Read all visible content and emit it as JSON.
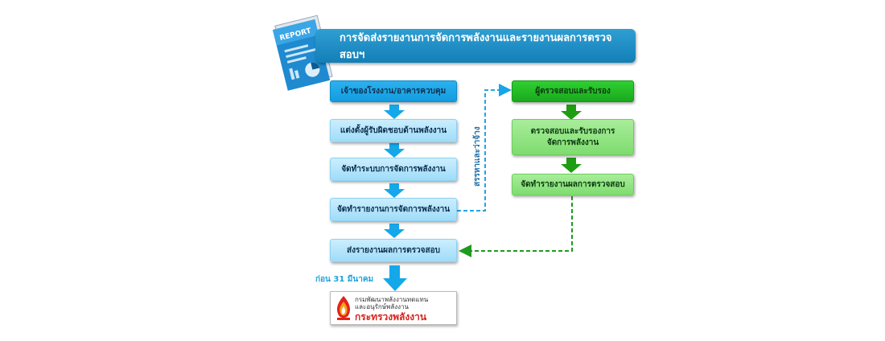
{
  "title": "การจัดส่งรายงานการจัดการพลังงานและรายงานผลการตรวจสอบฯ",
  "report_label": "REPORT",
  "left_steps": [
    "เจ้าของโรงงาน/อาคารควบคุม",
    "แต่งตั้งผู้รับผิดชอบด้านพลังงาน",
    "จัดทำระบบการจัดการพลังงาน",
    "จัดทำรายงานการจัดการพลังงาน",
    "ส่งรายงานผลการตรวจสอบ"
  ],
  "right_steps": [
    "ผู้ตรวจสอบและรับรอง",
    "ตรวจสอบและรับรองการจัดการพลังงาน",
    "จัดทำรายงานผลการตรวจสอบ"
  ],
  "connector_label": "สรรหาและว่าจ้าง",
  "deadline": "ก่อน 31 มีนาคม",
  "logo": {
    "line1": "กรมพัฒนาพลังงานทดแทน",
    "line2": "และอนุรักษ์พลังงาน",
    "line3": "กระทรวงพลังงาน"
  },
  "colors": {
    "blue": "#1aa3e6",
    "green": "#22b522",
    "title": "#1a8bc4",
    "logo_red": "#d7231c"
  }
}
